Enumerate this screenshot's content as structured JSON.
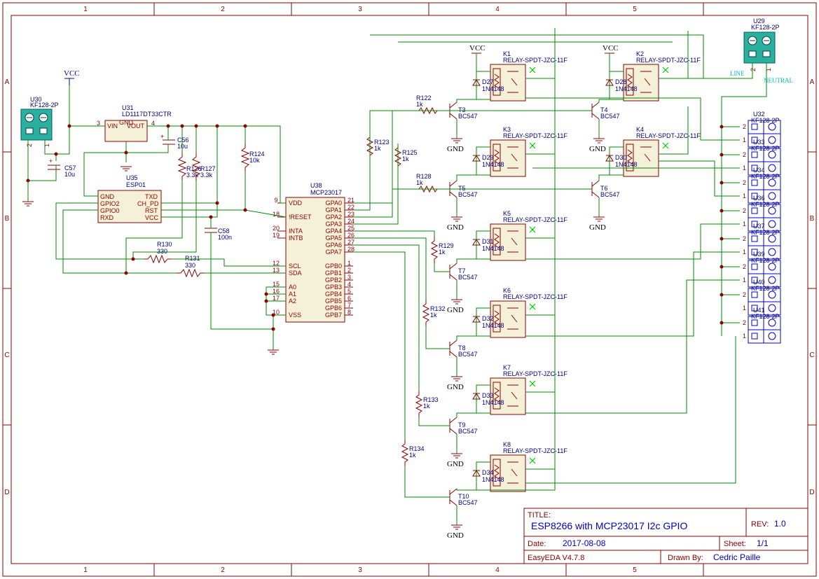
{
  "sheet": {
    "columns": [
      "1",
      "2",
      "3",
      "4",
      "5"
    ],
    "rows": [
      "A",
      "B",
      "C",
      "D"
    ]
  },
  "title_block": {
    "title_label": "TITLE:",
    "title_value": "ESP8266 with MCP23017 I2c GPIO",
    "rev_label": "REV:",
    "rev_value": "1.0",
    "date_label": "Date:",
    "date_value": "2017-08-08",
    "sheet_label": "Sheet:",
    "sheet_value": "1/1",
    "tool": "EasyEDA V4.7.8",
    "drawn_label": "Drawn By:",
    "drawn_value": "Cedric Paille"
  },
  "nets": {
    "vcc": "VCC",
    "gnd": "GND",
    "line": "LINE",
    "neutral": "NEUTRAL"
  },
  "components": {
    "u30": {
      "ref": "U30",
      "value": "KF128-2P",
      "p1": "1",
      "p2": "2"
    },
    "u29": {
      "ref": "U29",
      "value": "KF128-2P",
      "p1": "1",
      "p2": "2"
    },
    "u31": {
      "ref": "U31",
      "value": "LD1117DT33CTR",
      "vin": "VIN",
      "vout": "VOUT",
      "gnd": "GND",
      "p3": "3",
      "p4": "4"
    },
    "c57": {
      "ref": "C57",
      "value": "10u"
    },
    "c56": {
      "ref": "C56",
      "value": "10u"
    },
    "c58": {
      "ref": "C58",
      "value": "100n"
    },
    "r126": {
      "ref": "R126",
      "value": "3.3k"
    },
    "r127": {
      "ref": "R127",
      "value": "3.3k"
    },
    "r124": {
      "ref": "R124",
      "value": "10k"
    },
    "r130": {
      "ref": "R130",
      "value": "330"
    },
    "r131": {
      "ref": "R131",
      "value": "330"
    },
    "u35": {
      "ref": "U35",
      "value": "ESP01",
      "pins_left": [
        "GND",
        "GPIO2",
        "GPIO0",
        "RXD"
      ],
      "pins_right": [
        "TXD",
        "CH_PD",
        "RST",
        "VCC"
      ]
    },
    "u38": {
      "ref": "U38",
      "value": "MCP23017",
      "left_pins": [
        {
          "num": "9",
          "name": "VDD"
        },
        {
          "num": "18",
          "name": "!RESET"
        },
        {
          "num": "20",
          "name": "INTA"
        },
        {
          "num": "19",
          "name": "INTB"
        },
        {
          "num": "12",
          "name": "SCL"
        },
        {
          "num": "13",
          "name": "SDA"
        },
        {
          "num": "15",
          "name": "A0"
        },
        {
          "num": "16",
          "name": "A1"
        },
        {
          "num": "17",
          "name": "A2"
        },
        {
          "num": "10",
          "name": "VSS"
        }
      ],
      "right_pins": [
        {
          "num": "21",
          "name": "GPA0"
        },
        {
          "num": "22",
          "name": "GPA1"
        },
        {
          "num": "23",
          "name": "GPA2"
        },
        {
          "num": "24",
          "name": "GPA3"
        },
        {
          "num": "25",
          "name": "GPA4"
        },
        {
          "num": "26",
          "name": "GPA5"
        },
        {
          "num": "27",
          "name": "GPA6"
        },
        {
          "num": "28",
          "name": "GPA7"
        },
        {
          "num": "1",
          "name": "GPB0"
        },
        {
          "num": "2",
          "name": "GPB1"
        },
        {
          "num": "3",
          "name": "GPB2"
        },
        {
          "num": "4",
          "name": "GPB3"
        },
        {
          "num": "5",
          "name": "GPB4"
        },
        {
          "num": "6",
          "name": "GPB5"
        },
        {
          "num": "7",
          "name": "GPB6"
        },
        {
          "num": "8",
          "name": "GPB7"
        }
      ]
    },
    "relays": [
      {
        "ref": "K1",
        "value": "RELAY-SPDT-JZC-11F",
        "diode": "D27",
        "dval": "1N4148",
        "tr": "T3",
        "trval": "BC547",
        "res": "R122",
        "resval": "1k"
      },
      {
        "ref": "K2",
        "value": "RELAY-SPDT-JZC-11F",
        "diode": "D28",
        "dval": "1N4148",
        "tr": "T4",
        "trval": "BC547",
        "res": "R123",
        "resval": "1k"
      },
      {
        "ref": "K3",
        "value": "RELAY-SPDT-JZC-11F",
        "diode": "D29",
        "dval": "1N4148",
        "tr": "T5",
        "trval": "BC547",
        "res": "R128",
        "resval": "1k"
      },
      {
        "ref": "K4",
        "value": "RELAY-SPDT-JZC-11F",
        "diode": "D30",
        "dval": "1N4148",
        "tr": "T6",
        "trval": "BC547",
        "res": "R125",
        "resval": "1k"
      },
      {
        "ref": "K5",
        "value": "RELAY-SPDT-JZC-11F",
        "diode": "D31",
        "dval": "1N4148",
        "tr": "T7",
        "trval": "BC547",
        "res": "R129",
        "resval": "1k"
      },
      {
        "ref": "K6",
        "value": "RELAY-SPDT-JZC-11F",
        "diode": "D32",
        "dval": "1N4148",
        "tr": "T8",
        "trval": "BC547",
        "res": "R132",
        "resval": "1k"
      },
      {
        "ref": "K7",
        "value": "RELAY-SPDT-JZC-11F",
        "diode": "D33",
        "dval": "1N4148",
        "tr": "T9",
        "trval": "BC547",
        "res": "R133",
        "resval": "1k"
      },
      {
        "ref": "K8",
        "value": "RELAY-SPDT-JZC-11F",
        "diode": "D34",
        "dval": "1N4148",
        "tr": "T10",
        "trval": "BC547",
        "res": "R134",
        "resval": "1k"
      }
    ],
    "terminals": [
      {
        "ref": "U32",
        "value": "KF128-2P"
      },
      {
        "ref": "U33",
        "value": "KF128-2P"
      },
      {
        "ref": "U34",
        "value": "KF128-2P"
      },
      {
        "ref": "U36",
        "value": "KF128-2P"
      },
      {
        "ref": "U37",
        "value": "KF128-2P"
      },
      {
        "ref": "U39",
        "value": "KF128-2P"
      },
      {
        "ref": "U40",
        "value": "KF128-2P"
      },
      {
        "ref": "U41",
        "value": "KF128-2P"
      }
    ]
  }
}
